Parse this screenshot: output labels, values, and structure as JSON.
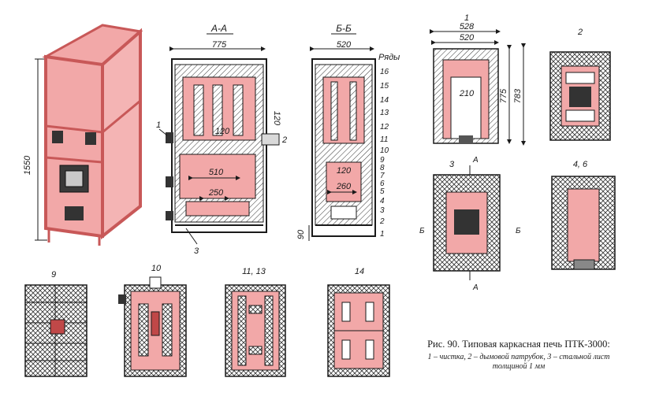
{
  "labels": {
    "section_aa": "А-А",
    "section_bb": "Б-Б",
    "rows_title": "Ряды",
    "rows": [
      "16",
      "15",
      "14",
      "13",
      "12",
      "11",
      "10",
      "9",
      "8",
      "7",
      "6",
      "5",
      "4",
      "3",
      "2",
      "1"
    ],
    "callout_1": "1",
    "callout_2": "2",
    "callout_3": "3",
    "plan_1": "1",
    "plan_2": "2",
    "plan_3": "3",
    "plan_4_6": "4, 6",
    "plan_9": "9",
    "plan_10": "10",
    "plan_11_13": "11, 13",
    "plan_14": "14",
    "cut_a": "А",
    "cut_b": "Б"
  },
  "dimensions": {
    "height_total": "1550",
    "width_aa": "775",
    "width_bb": "520",
    "d120_top": "120",
    "d120_mid": "120",
    "d510": "510",
    "d250": "250",
    "d120_bb": "120",
    "d260": "260",
    "d90": "90",
    "d528": "528",
    "d520": "520",
    "d210": "210",
    "d775_plan": "775",
    "d783": "783"
  },
  "caption": {
    "title": "Рис. 90. Типовая каркасная печь ПТК-3000:",
    "legend": "1 – чистка, 2 – дымовой патрубок, 3 – стальной лист толщиной 1 мм"
  },
  "colors": {
    "brick": "#f2a8a8",
    "outline": "#1a1a1a",
    "frame": "#c85858"
  }
}
